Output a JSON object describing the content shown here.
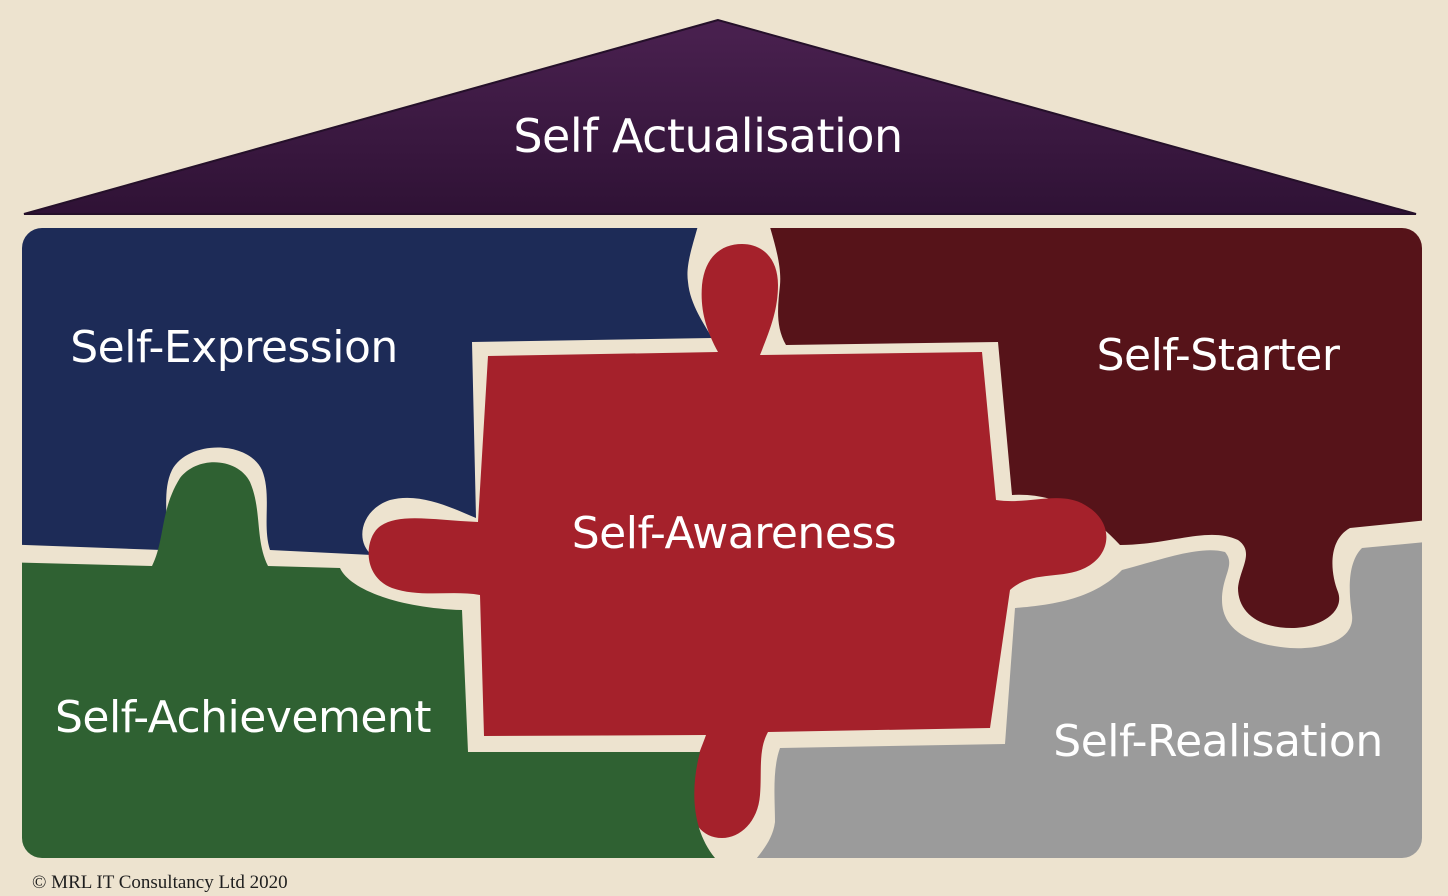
{
  "diagram": {
    "roof_label": "Self Actualisation",
    "pieces": {
      "expression": "Self-Expression",
      "starter": "Self-Starter",
      "awareness": "Self-Awareness",
      "achievement": "Self-Achievement",
      "realisation": "Self-Realisation"
    },
    "colors": {
      "background": "#ede3cf",
      "gap": "#ede3cf",
      "roof": "#3f1b45",
      "expression": "#1d2b57",
      "starter": "#561319",
      "awareness": "#a5212b",
      "achievement": "#2f6132",
      "realisation": "#9b9b9b"
    }
  },
  "footer": {
    "copyright": "© MRL IT Consultancy Ltd 2020"
  }
}
